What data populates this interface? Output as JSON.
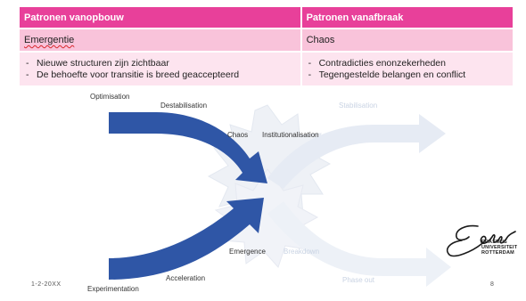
{
  "table": {
    "headers": [
      "Patronen vanopbouw",
      "Patronen vanafbraak"
    ],
    "row1": [
      "Emergentie",
      "Chaos"
    ],
    "left_bullets": [
      "Nieuwe structuren zijn zichtbaar",
      "De behoefte voor transitie is breed geaccepteerd"
    ],
    "right_bullets": [
      "Contradicties enonzekerheden",
      "Tegengestelde belangen en conflict"
    ],
    "dash": "-"
  },
  "diagram": {
    "labels": {
      "optimisation": "Optimisation",
      "destabilisation": "Destabilisation",
      "chaos": "Chaos",
      "institutionalisation": "Institutionalisation",
      "stabilisation": "Stabilisation",
      "emergence": "Emergence",
      "breakdown": "Breakdown",
      "acceleration": "Acceleration",
      "experimentation": "Experimentation",
      "phase_out": "Phase out"
    },
    "colors": {
      "arrow": "#2f56a6",
      "faded": "#dde4ef",
      "burst": "#eef1f6",
      "accent": "#e8409a"
    }
  },
  "footer": {
    "date": "1-2-20XX",
    "page": "8"
  },
  "logo": {
    "lines": [
      "ERASMUS",
      "UNIVERSITEIT",
      "ROTTERDAM"
    ],
    "icon": "erasmus-signature-logo"
  }
}
